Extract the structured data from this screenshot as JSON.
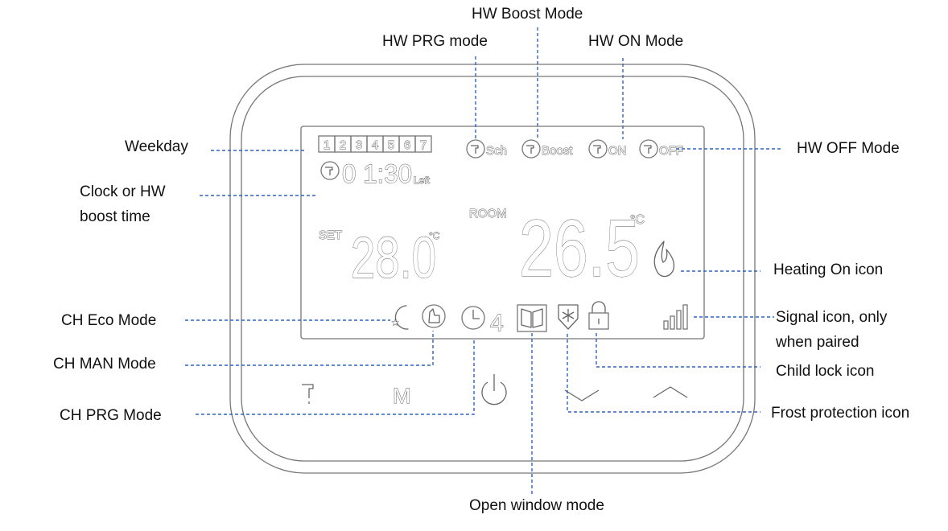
{
  "callouts": {
    "hw_boost_mode": "HW Boost Mode",
    "hw_prg_mode": "HW PRG mode",
    "hw_on_mode": "HW ON Mode",
    "weekday": "Weekday",
    "hw_off_mode": "HW OFF Mode",
    "clock_line1": "Clock  or  HW",
    "clock_line2": "boost time",
    "heating_on_icon": "Heating On icon",
    "ch_eco_mode": "CH Eco Mode",
    "signal_line1": "Signal   icon,   only",
    "signal_line2": "when paired",
    "ch_man_mode": "CH MAN Mode",
    "child_lock_icon": "Child lock icon",
    "ch_prg_mode": "CH PRG Mode",
    "frost_protection_icon": "Frost protection icon",
    "open_window_mode": "Open window mode"
  },
  "display": {
    "weekdays": [
      "1",
      "2",
      "3",
      "4",
      "5",
      "6",
      "7"
    ],
    "hw_sch": "Sch",
    "hw_boost": "Boost",
    "hw_on": "ON",
    "hw_off": "OFF",
    "clock_digits": "0 1:30",
    "left_label": "Left",
    "set_label": "SET",
    "set_temp": "28.0",
    "set_unit": "°C",
    "room_label": "ROOM",
    "room_temp": "26.5",
    "room_unit": "°C",
    "prg_digit": "4"
  },
  "colors": {
    "leader": "#2f63c2",
    "outline": "#777777",
    "text": "#111111"
  },
  "icons": [
    "tap-icon",
    "flame-icon",
    "moon-icon",
    "hand-icon",
    "clock-icon",
    "window-icon",
    "snowflake-shield-icon",
    "lock-icon",
    "signal-icon",
    "power-icon",
    "chevron-down-icon",
    "chevron-up-icon"
  ],
  "buttons": {
    "mode_label": "M"
  }
}
